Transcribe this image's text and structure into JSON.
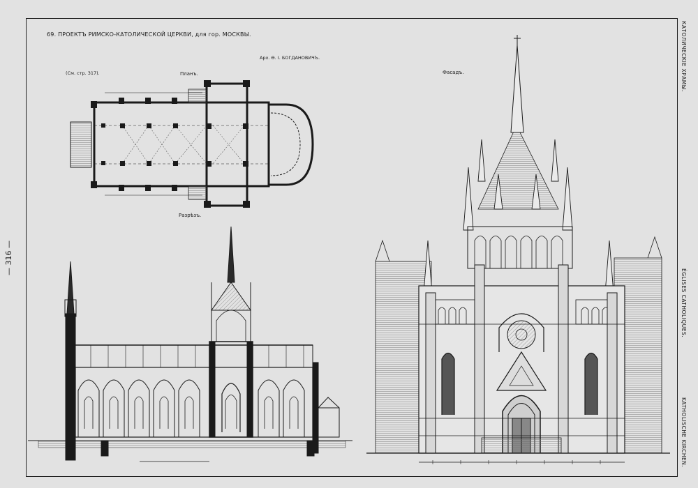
{
  "sheet": {
    "title": "69. ПРОЕКТЪ РИМСКО-КАТОЛИЧЕСКОЙ ЦЕРКВИ, для гор. МОСКВЫ.",
    "author": "Арх. Ѳ. І. БОГДАНОВИЧЪ.",
    "reference": "(См. стр. 317).",
    "plan_label": "Планъ.",
    "facade_label": "Фасадъ.",
    "section_label": "Разрѣзъ.",
    "page_number": "— 316 —",
    "margin_ru": "КАТОЛИЧЕСКІЕ ХРАМЫ.",
    "margin_fr": "ÉGLISES CATHOLIQUES.",
    "margin_de": "KATHOLISCHE KIRCHEN."
  },
  "colors": {
    "paper": "#e2e2e2",
    "ink": "#1a1a1a",
    "hatch": "#555555"
  }
}
